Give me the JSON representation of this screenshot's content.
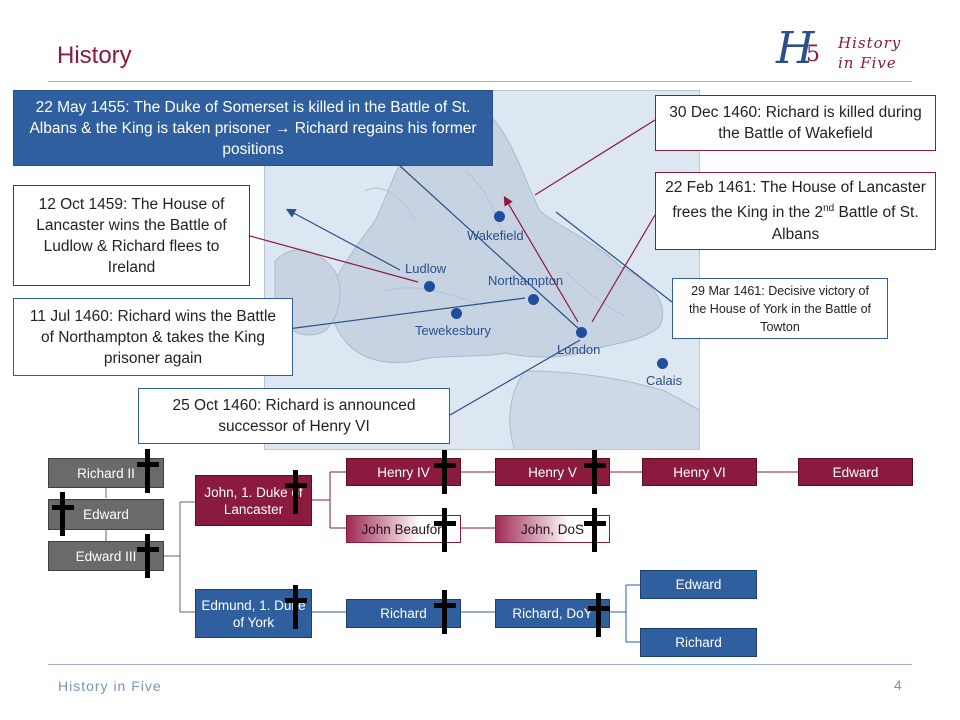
{
  "slide": {
    "title": "History",
    "footer": "History in Five",
    "page_number": "4"
  },
  "logo": {
    "mark": "H",
    "five": "5",
    "line1": "History",
    "line2": "in Five"
  },
  "map": {
    "cities": {
      "wakefield": "Wakefield",
      "ludlow": "Ludlow",
      "northampton": "Northampton",
      "tewkesbury": "Tewekesbury",
      "london": "London",
      "calais": "Calais"
    }
  },
  "callouts": {
    "st_albans_1455": "22 May 1455: The Duke of Somerset is killed in the Battle of St. Albans & the King is taken prisoner → Richard regains his former positions",
    "ludlow_1459": "12 Oct 1459: The House of Lancaster wins the Battle of Ludlow & Richard flees to Ireland",
    "northampton_1460": "11 Jul 1460: Richard wins the Battle of Northampton & takes the King prisoner again",
    "successor_1460": "25 Oct 1460: Richard is announced successor of Henry VI",
    "wakefield_1460": "30 Dec 1460: Richard is killed during the Battle of Wakefield",
    "st_albans_1461_pre": "22 Feb 1461: The House of Lancaster frees the King in the 2",
    "st_albans_1461_sup": "nd",
    "st_albans_1461_post": " Battle of St. Albans",
    "towton_1461": "29 Mar 1461: Decisive victory of the House of York in the Battle of Towton"
  },
  "tree": {
    "richard_ii": "Richard II",
    "edward": "Edward",
    "edward_iii": "Edward III",
    "john_lancaster": "John, 1. Duke of Lancaster",
    "edmund_york": "Edmund, 1. Duke of York",
    "henry_iv": "Henry IV",
    "henry_v": "Henry V",
    "henry_vi": "Henry VI",
    "edward_son": "Edward",
    "john_beaufort": "John Beaufort",
    "john_dos": "John, DoS",
    "richard_york": "Richard",
    "richard_doy": "Richard, DoY",
    "edward_iv": "Edward",
    "richard_iii": "Richard"
  },
  "colors": {
    "lancaster": "#8b1a3f",
    "york": "#2f5f9e",
    "plantagenet": "#6a6a6a",
    "map_bg": "#dde7f1"
  }
}
